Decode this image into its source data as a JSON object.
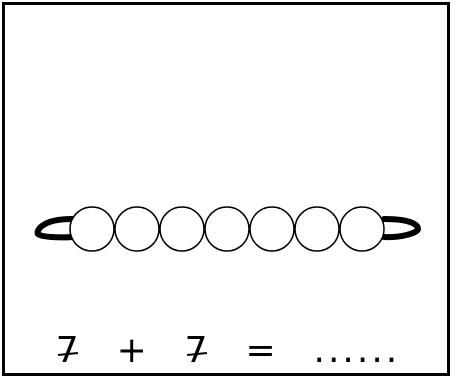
{
  "bead_string": {
    "bead_count": 7,
    "bead_fill": "#ffffff",
    "stroke_color": "#000000"
  },
  "equation": {
    "addend_1": "7",
    "operator": "+",
    "addend_2": "7",
    "equals": "=",
    "answer_blank": "......"
  }
}
